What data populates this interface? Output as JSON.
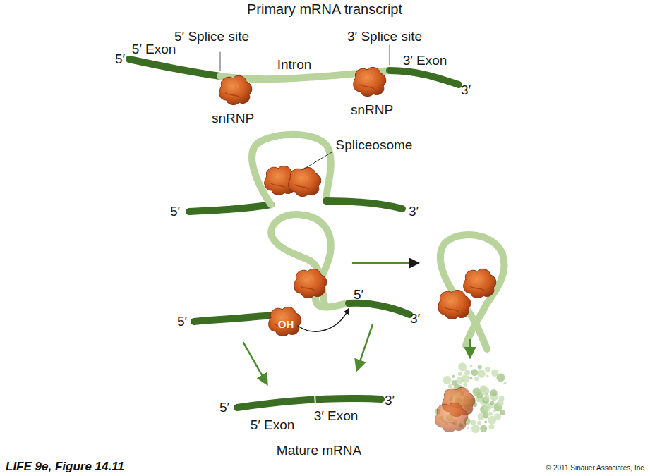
{
  "diagram": {
    "title": "Primary mRNA transcript",
    "caption": "LIFE 9e, Figure 14.11",
    "labels": [
      "5′",
      "5′ Exon",
      "5′ Splice site",
      "Intron",
      "3′ Splice site",
      "3′ Exon",
      "3′",
      "snRNP",
      "snRNP",
      "Spliceosome",
      "5′",
      "3′",
      "5′",
      "OH",
      "5′",
      "3′",
      "5′",
      "3′ Exon",
      "3′",
      "5′ Exon",
      "Mature mRNA",
      "© 2011 Sinauer Associates, Inc."
    ]
  }
}
